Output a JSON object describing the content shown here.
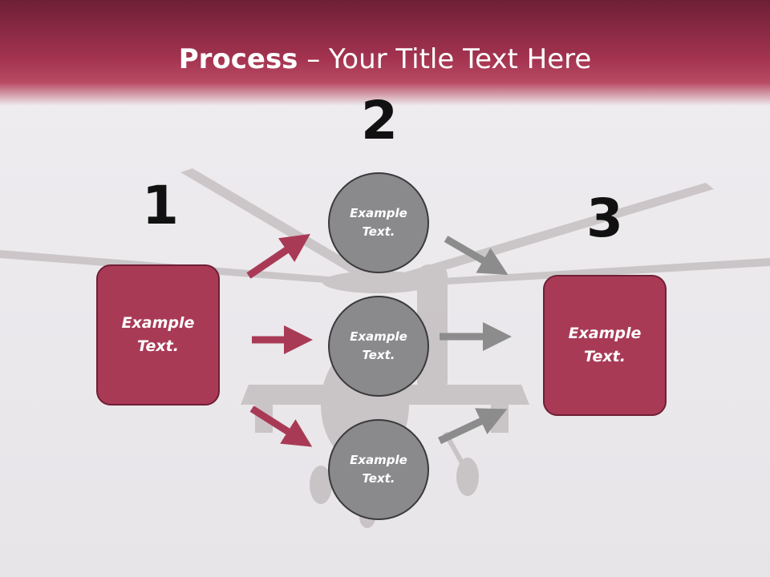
{
  "title": {
    "bold": "Process",
    "rest": " – Your Title Text Here"
  },
  "steps": [
    {
      "number": "1",
      "text": "Example Text."
    },
    {
      "number": "2",
      "texts": [
        "Example Text.",
        "Example Text.",
        "Example Text."
      ]
    },
    {
      "number": "3",
      "text": "Example Text."
    }
  ],
  "colors": {
    "accent": "#a93a56",
    "accent_dark": "#6f1f36",
    "circle": "#8a8a8d",
    "arrow_gray": "#8c8c8c"
  },
  "background_image": "helicopter-photo"
}
